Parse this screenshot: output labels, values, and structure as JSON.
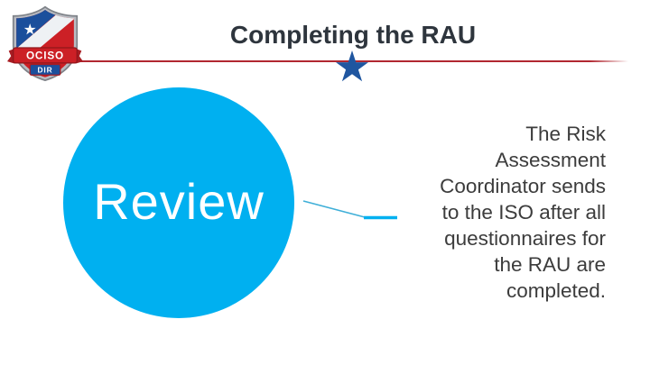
{
  "slide": {
    "title": "Completing the RAU",
    "logo": {
      "ribbon_text": "OCISO",
      "sub_ribbon_text": "DIR"
    },
    "circle": {
      "label": "Review"
    },
    "callout": {
      "lines": [
        "The Risk",
        "Assessment",
        "Coordinator sends",
        "to the ISO after all",
        "questionnaires for",
        "the RAU are",
        "completed."
      ]
    },
    "colors": {
      "accent_cyan": "#00b0f0",
      "divider_red": "#b12730",
      "star_blue": "#1f56a0",
      "title_text": "#2e353d",
      "body_text": "#3c3c3c"
    }
  }
}
